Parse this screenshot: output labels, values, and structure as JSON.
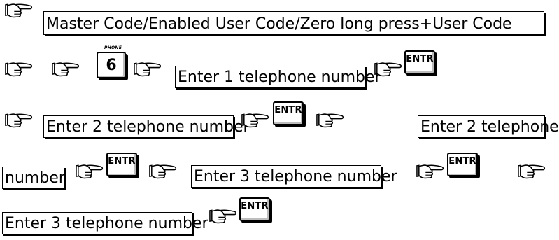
{
  "icons": {
    "pointer": "pointing-hand-icon"
  },
  "row1": {
    "code_field": "Master Code/Enabled User Code/Zero long press+User Code"
  },
  "row2": {
    "phone_key_caption": "PHONE",
    "phone_key_digit": "6",
    "field_tel1": "Enter 1 telephone number",
    "entr_key": "ENTR"
  },
  "row3": {
    "field_tel2": "Enter 2 telephone number",
    "entr_key": "ENTR",
    "field_tel2_wrap_start": "Enter 2 telephone"
  },
  "row4": {
    "field_tel2_wrap_end": "number",
    "entr_key_a": "ENTR",
    "field_tel3": "Enter 3 telephone number",
    "entr_key_b": "ENTR"
  },
  "row5": {
    "field_tel3": "Enter 3 telephone number",
    "entr_key": "ENTR"
  }
}
